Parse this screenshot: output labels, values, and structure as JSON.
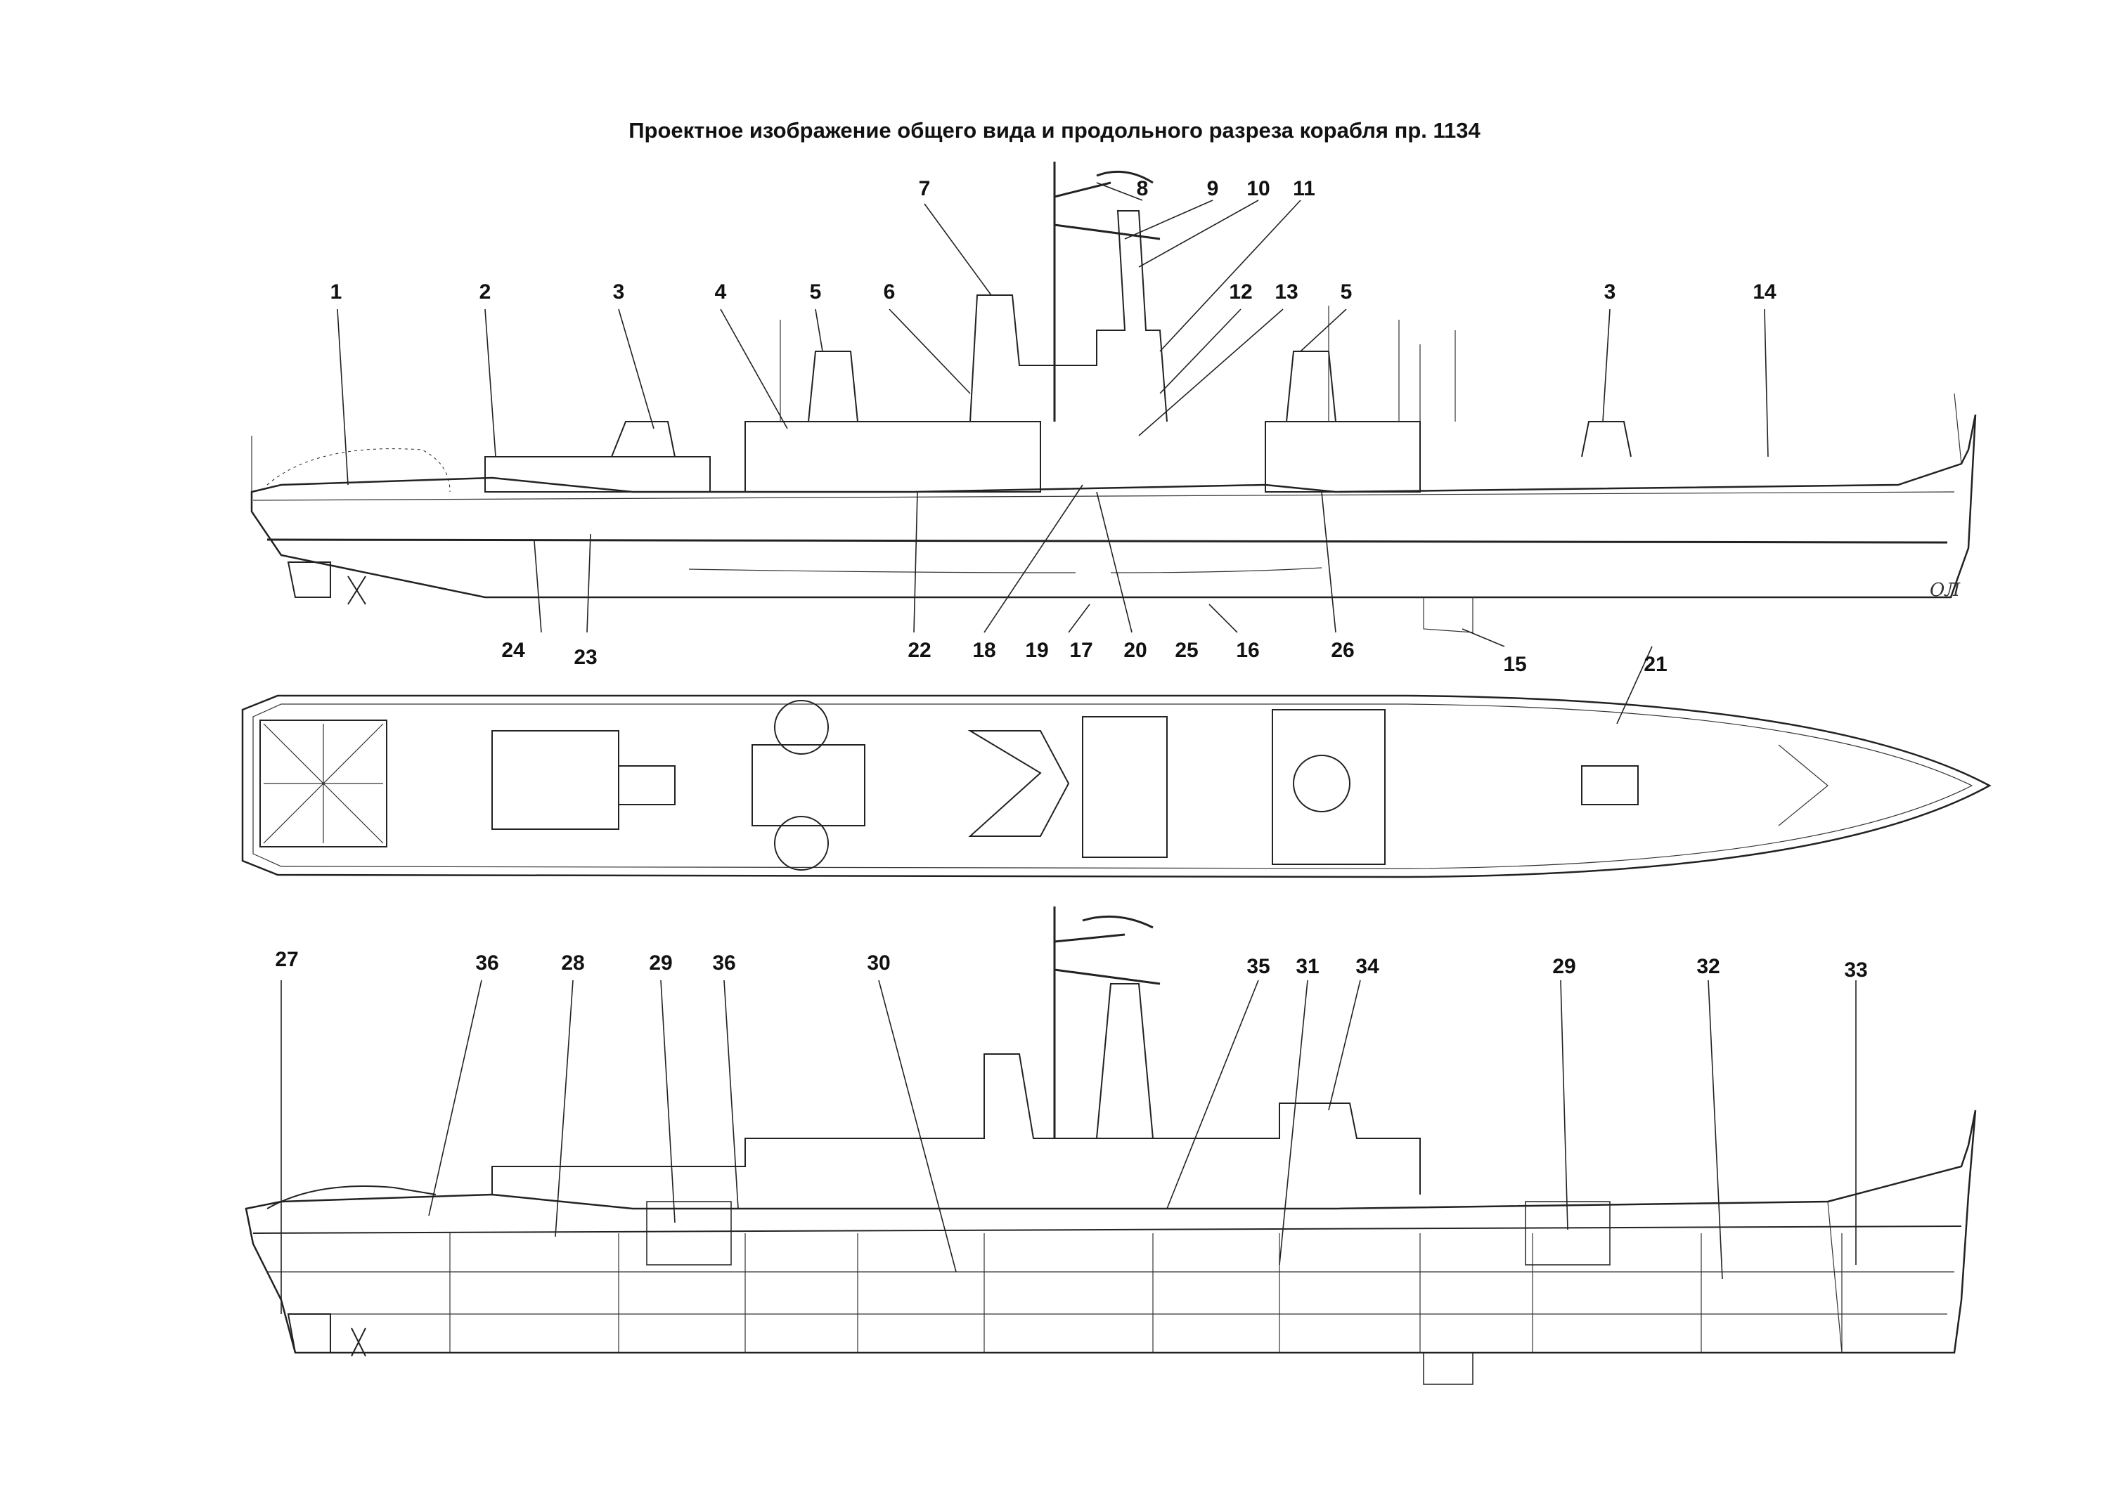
{
  "title": "Проектное изображение общего вида и продольного разреза корабля пр. 1134",
  "waterline_label": "ОЛ",
  "callouts_side": [
    {
      "id": "c1",
      "label": "1"
    },
    {
      "id": "c2",
      "label": "2"
    },
    {
      "id": "c3a",
      "label": "3"
    },
    {
      "id": "c4",
      "label": "4"
    },
    {
      "id": "c5a",
      "label": "5"
    },
    {
      "id": "c6",
      "label": "6"
    },
    {
      "id": "c7",
      "label": "7"
    },
    {
      "id": "c8",
      "label": "8"
    },
    {
      "id": "c9",
      "label": "9"
    },
    {
      "id": "c10",
      "label": "10"
    },
    {
      "id": "c11",
      "label": "11"
    },
    {
      "id": "c12",
      "label": "12"
    },
    {
      "id": "c13",
      "label": "13"
    },
    {
      "id": "c5b",
      "label": "5"
    },
    {
      "id": "c3b",
      "label": "3"
    },
    {
      "id": "c14",
      "label": "14"
    }
  ],
  "callouts_middle": [
    {
      "id": "c24",
      "label": "24"
    },
    {
      "id": "c23",
      "label": "23"
    },
    {
      "id": "c22",
      "label": "22"
    },
    {
      "id": "c18",
      "label": "18"
    },
    {
      "id": "c19",
      "label": "19"
    },
    {
      "id": "c17",
      "label": "17"
    },
    {
      "id": "c20",
      "label": "20"
    },
    {
      "id": "c25",
      "label": "25"
    },
    {
      "id": "c16",
      "label": "16"
    },
    {
      "id": "c26",
      "label": "26"
    },
    {
      "id": "c15",
      "label": "15"
    },
    {
      "id": "c21",
      "label": "21"
    }
  ],
  "callouts_section": [
    {
      "id": "c27",
      "label": "27"
    },
    {
      "id": "c36a",
      "label": "36"
    },
    {
      "id": "c28",
      "label": "28"
    },
    {
      "id": "c29a",
      "label": "29"
    },
    {
      "id": "c36b",
      "label": "36"
    },
    {
      "id": "c30",
      "label": "30"
    },
    {
      "id": "c35",
      "label": "35"
    },
    {
      "id": "c31",
      "label": "31"
    },
    {
      "id": "c34",
      "label": "34"
    },
    {
      "id": "c29b",
      "label": "29"
    },
    {
      "id": "c32",
      "label": "32"
    },
    {
      "id": "c33",
      "label": "33"
    }
  ]
}
